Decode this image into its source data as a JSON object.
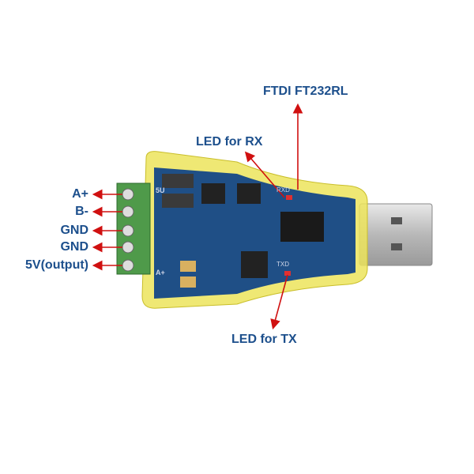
{
  "labels": {
    "chip": "FTDI  FT232RL",
    "led_rx": "LED for RX",
    "led_tx": "LED for TX",
    "pins": [
      "A+",
      "B-",
      "GND",
      "GND",
      "5V(output)"
    ]
  },
  "board_markings": {
    "top_left": "5U",
    "bottom_left": "A+",
    "rx": "RXD",
    "tx": "TXD"
  },
  "colors": {
    "label": "#1c4f8c",
    "arrow": "#d01010",
    "case": "#e9e25a",
    "pcb": "#1f4f86",
    "terminal": "#4f9a4a"
  }
}
